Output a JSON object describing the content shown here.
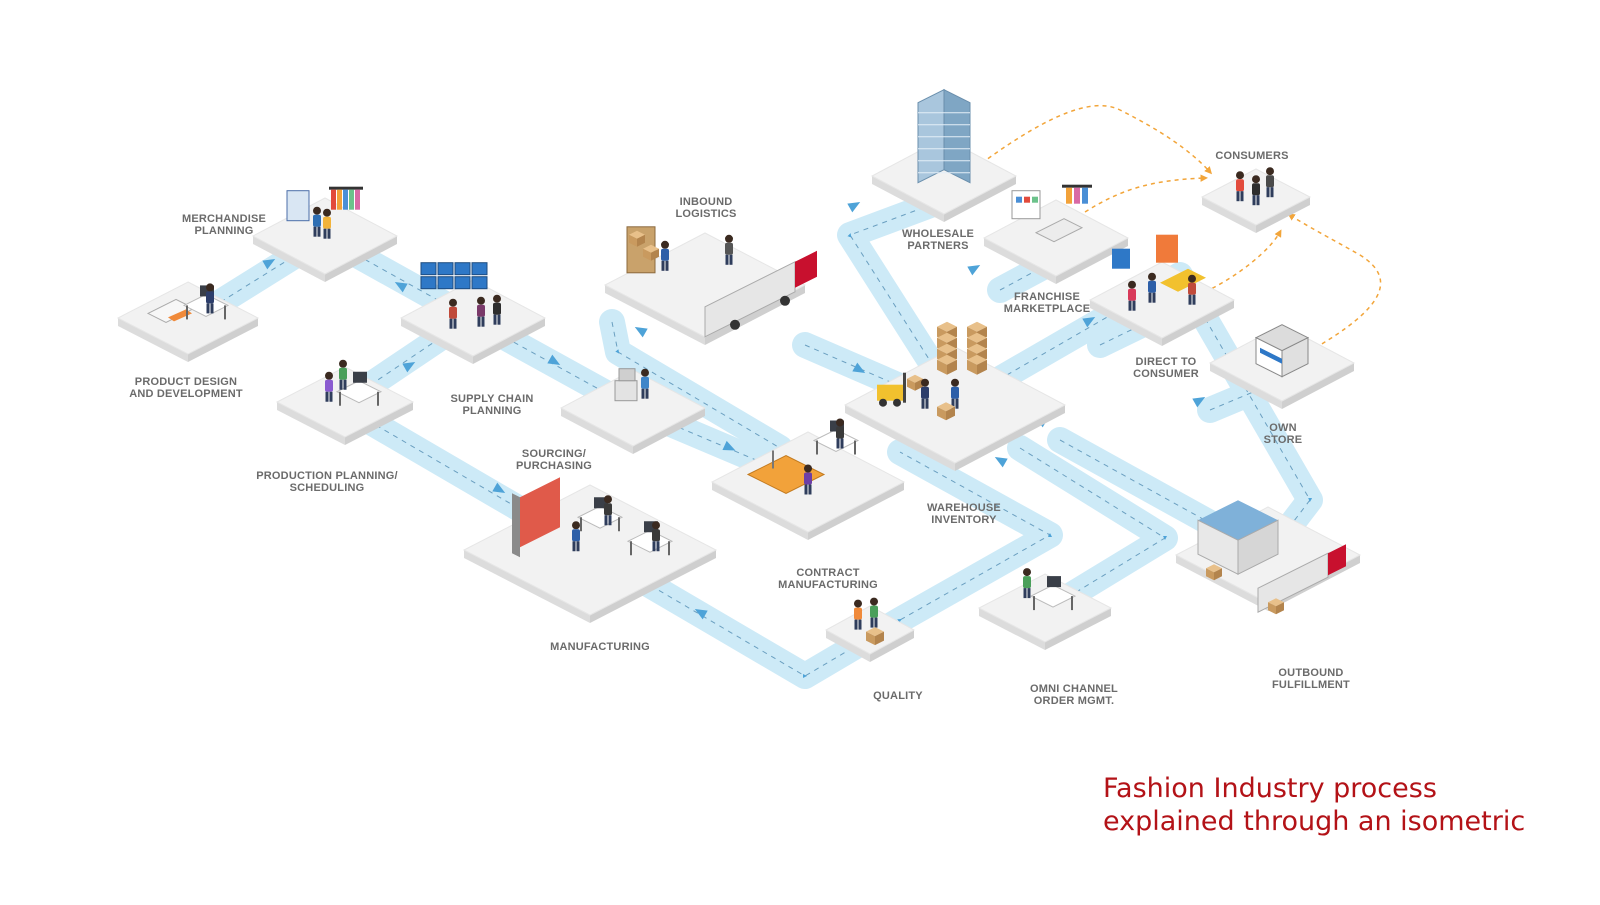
{
  "colors": {
    "path": "#cdeaf7",
    "path_dash": "#6a9fc0",
    "arrow": "#4ea3d8",
    "consumer_link": "#f2a53a",
    "platform_top": "#f2f2f2",
    "platform_side": "#dcdcdc",
    "label": "#6b6b6b",
    "caption": "#b31217"
  },
  "nodes": [
    {
      "id": "product-design",
      "label": "PRODUCT DESIGN\nAND DEVELOPMENT",
      "icon": "designer-desk-icon"
    },
    {
      "id": "merchandise-planning",
      "label": "MERCHANDISE\nPLANNING",
      "icon": "clothing-rack-icon"
    },
    {
      "id": "supply-chain-planning",
      "label": "SUPPLY CHAIN\nPLANNING",
      "icon": "monitor-wall-icon"
    },
    {
      "id": "production-planning",
      "label": "PRODUCTION PLANNING/\nSCHEDULING",
      "icon": "planning-desk-icon"
    },
    {
      "id": "sourcing",
      "label": "SOURCING/\nPURCHASING",
      "icon": "purchasing-desk-icon"
    },
    {
      "id": "inbound-logistics",
      "label": "INBOUND\nLOGISTICS",
      "icon": "truck-icon"
    },
    {
      "id": "manufacturing",
      "label": "MANUFACTURING",
      "icon": "fabric-machine-icon"
    },
    {
      "id": "contract-manufacturing",
      "label": "CONTRACT\nMANUFACTURING",
      "icon": "cutting-table-icon"
    },
    {
      "id": "warehouse-inventory",
      "label": "WAREHOUSE\nINVENTORY",
      "icon": "forklift-icon"
    },
    {
      "id": "quality",
      "label": "QUALITY",
      "icon": "quality-check-icon"
    },
    {
      "id": "omni-channel",
      "label": "OMNI CHANNEL\nORDER MGMT.",
      "icon": "order-desk-icon"
    },
    {
      "id": "wholesale-partners",
      "label": "WHOLESALE\nPARTNERS",
      "icon": "office-building-icon"
    },
    {
      "id": "franchise-marketplace",
      "label": "FRANCHISE\nMARKETPLACE",
      "icon": "shop-counter-icon"
    },
    {
      "id": "direct-to-consumer",
      "label": "DIRECT TO\nCONSUMER",
      "icon": "retail-display-icon"
    },
    {
      "id": "consumers",
      "label": "CONSUMERS",
      "icon": "shoppers-icon"
    },
    {
      "id": "own-store",
      "label": "OWN\nSTORE",
      "icon": "storefront-icon"
    },
    {
      "id": "outbound-fulfillment",
      "label": "OUTBOUND\nFULFILLMENT",
      "icon": "distribution-warehouse-icon"
    }
  ],
  "caption": {
    "line1": "Fashion Industry process",
    "line2": "explained through an isometric"
  }
}
